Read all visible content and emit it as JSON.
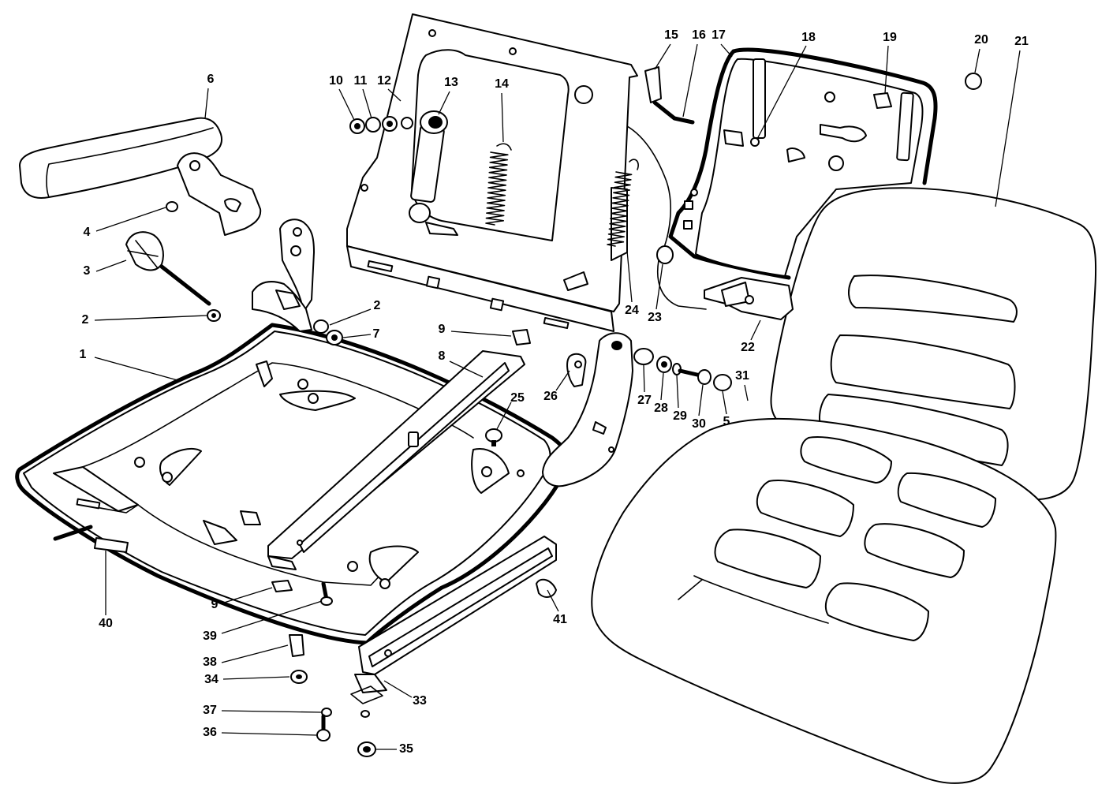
{
  "callouts": [
    {
      "id": "c1",
      "text": "1"
    },
    {
      "id": "c2a",
      "text": "2"
    },
    {
      "id": "c2b",
      "text": "2"
    },
    {
      "id": "c3",
      "text": "3"
    },
    {
      "id": "c4",
      "text": "4"
    },
    {
      "id": "c5",
      "text": "5"
    },
    {
      "id": "c6",
      "text": "6"
    },
    {
      "id": "c7",
      "text": "7"
    },
    {
      "id": "c8",
      "text": "8"
    },
    {
      "id": "c9a",
      "text": "9"
    },
    {
      "id": "c9b",
      "text": "9"
    },
    {
      "id": "c10",
      "text": "10"
    },
    {
      "id": "c11",
      "text": "11"
    },
    {
      "id": "c12",
      "text": "12"
    },
    {
      "id": "c13",
      "text": "13"
    },
    {
      "id": "c14",
      "text": "14"
    },
    {
      "id": "c15",
      "text": "15"
    },
    {
      "id": "c16",
      "text": "16"
    },
    {
      "id": "c17",
      "text": "17"
    },
    {
      "id": "c18",
      "text": "18"
    },
    {
      "id": "c19",
      "text": "19"
    },
    {
      "id": "c20",
      "text": "20"
    },
    {
      "id": "c21",
      "text": "21"
    },
    {
      "id": "c22",
      "text": "22"
    },
    {
      "id": "c23",
      "text": "23"
    },
    {
      "id": "c24",
      "text": "24"
    },
    {
      "id": "c25",
      "text": "25"
    },
    {
      "id": "c26",
      "text": "26"
    },
    {
      "id": "c27",
      "text": "27"
    },
    {
      "id": "c28",
      "text": "28"
    },
    {
      "id": "c29",
      "text": "29"
    },
    {
      "id": "c30",
      "text": "30"
    },
    {
      "id": "c31",
      "text": "31"
    },
    {
      "id": "c33",
      "text": "33"
    },
    {
      "id": "c34",
      "text": "34"
    },
    {
      "id": "c35",
      "text": "35"
    },
    {
      "id": "c36",
      "text": "36"
    },
    {
      "id": "c37",
      "text": "37"
    },
    {
      "id": "c38",
      "text": "38"
    },
    {
      "id": "c39",
      "text": "39"
    },
    {
      "id": "c40",
      "text": "40"
    },
    {
      "id": "c41",
      "text": "41"
    }
  ]
}
